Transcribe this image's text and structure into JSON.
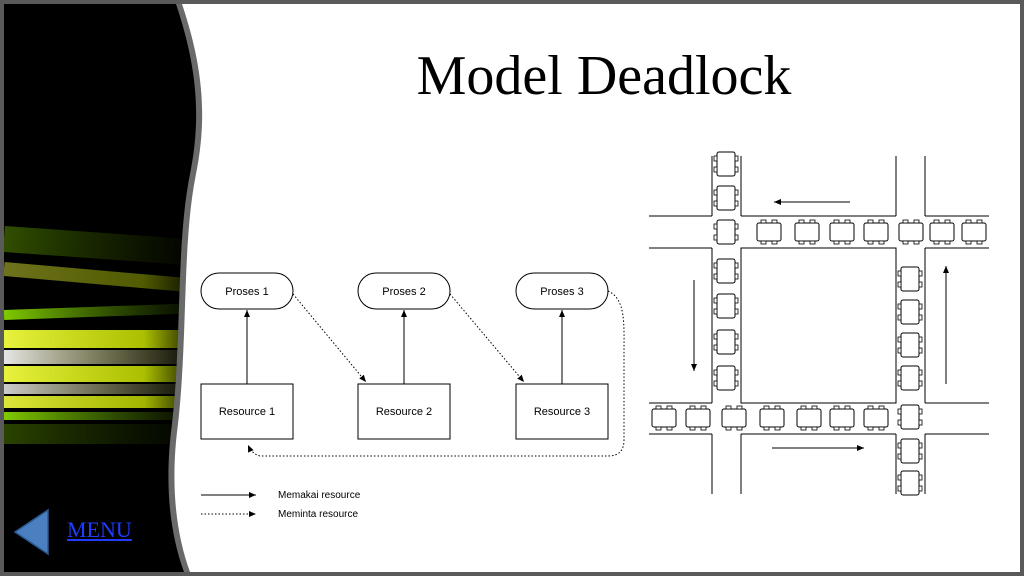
{
  "slide": {
    "title": "Model Deadlock",
    "menu_label": "MENU"
  },
  "diagram": {
    "processes": [
      "Proses 1",
      "Proses 2",
      "Proses 3"
    ],
    "resources": [
      "Resource 1",
      "Resource 2",
      "Resource 3"
    ],
    "legend": {
      "uses": "Memakai resource",
      "requests": "Meminta resource"
    }
  },
  "icons": {
    "back": "triangle-left-icon",
    "cars": "car-icon",
    "arrows": "direction-arrow-icon"
  },
  "colors": {
    "background": "#ffffff",
    "frame": "#5a5a5a",
    "menu_link": "#1f3cff",
    "back_button": "#4a7fc0",
    "streak_yellow": "#e8f000",
    "streak_green": "#7fd000"
  }
}
